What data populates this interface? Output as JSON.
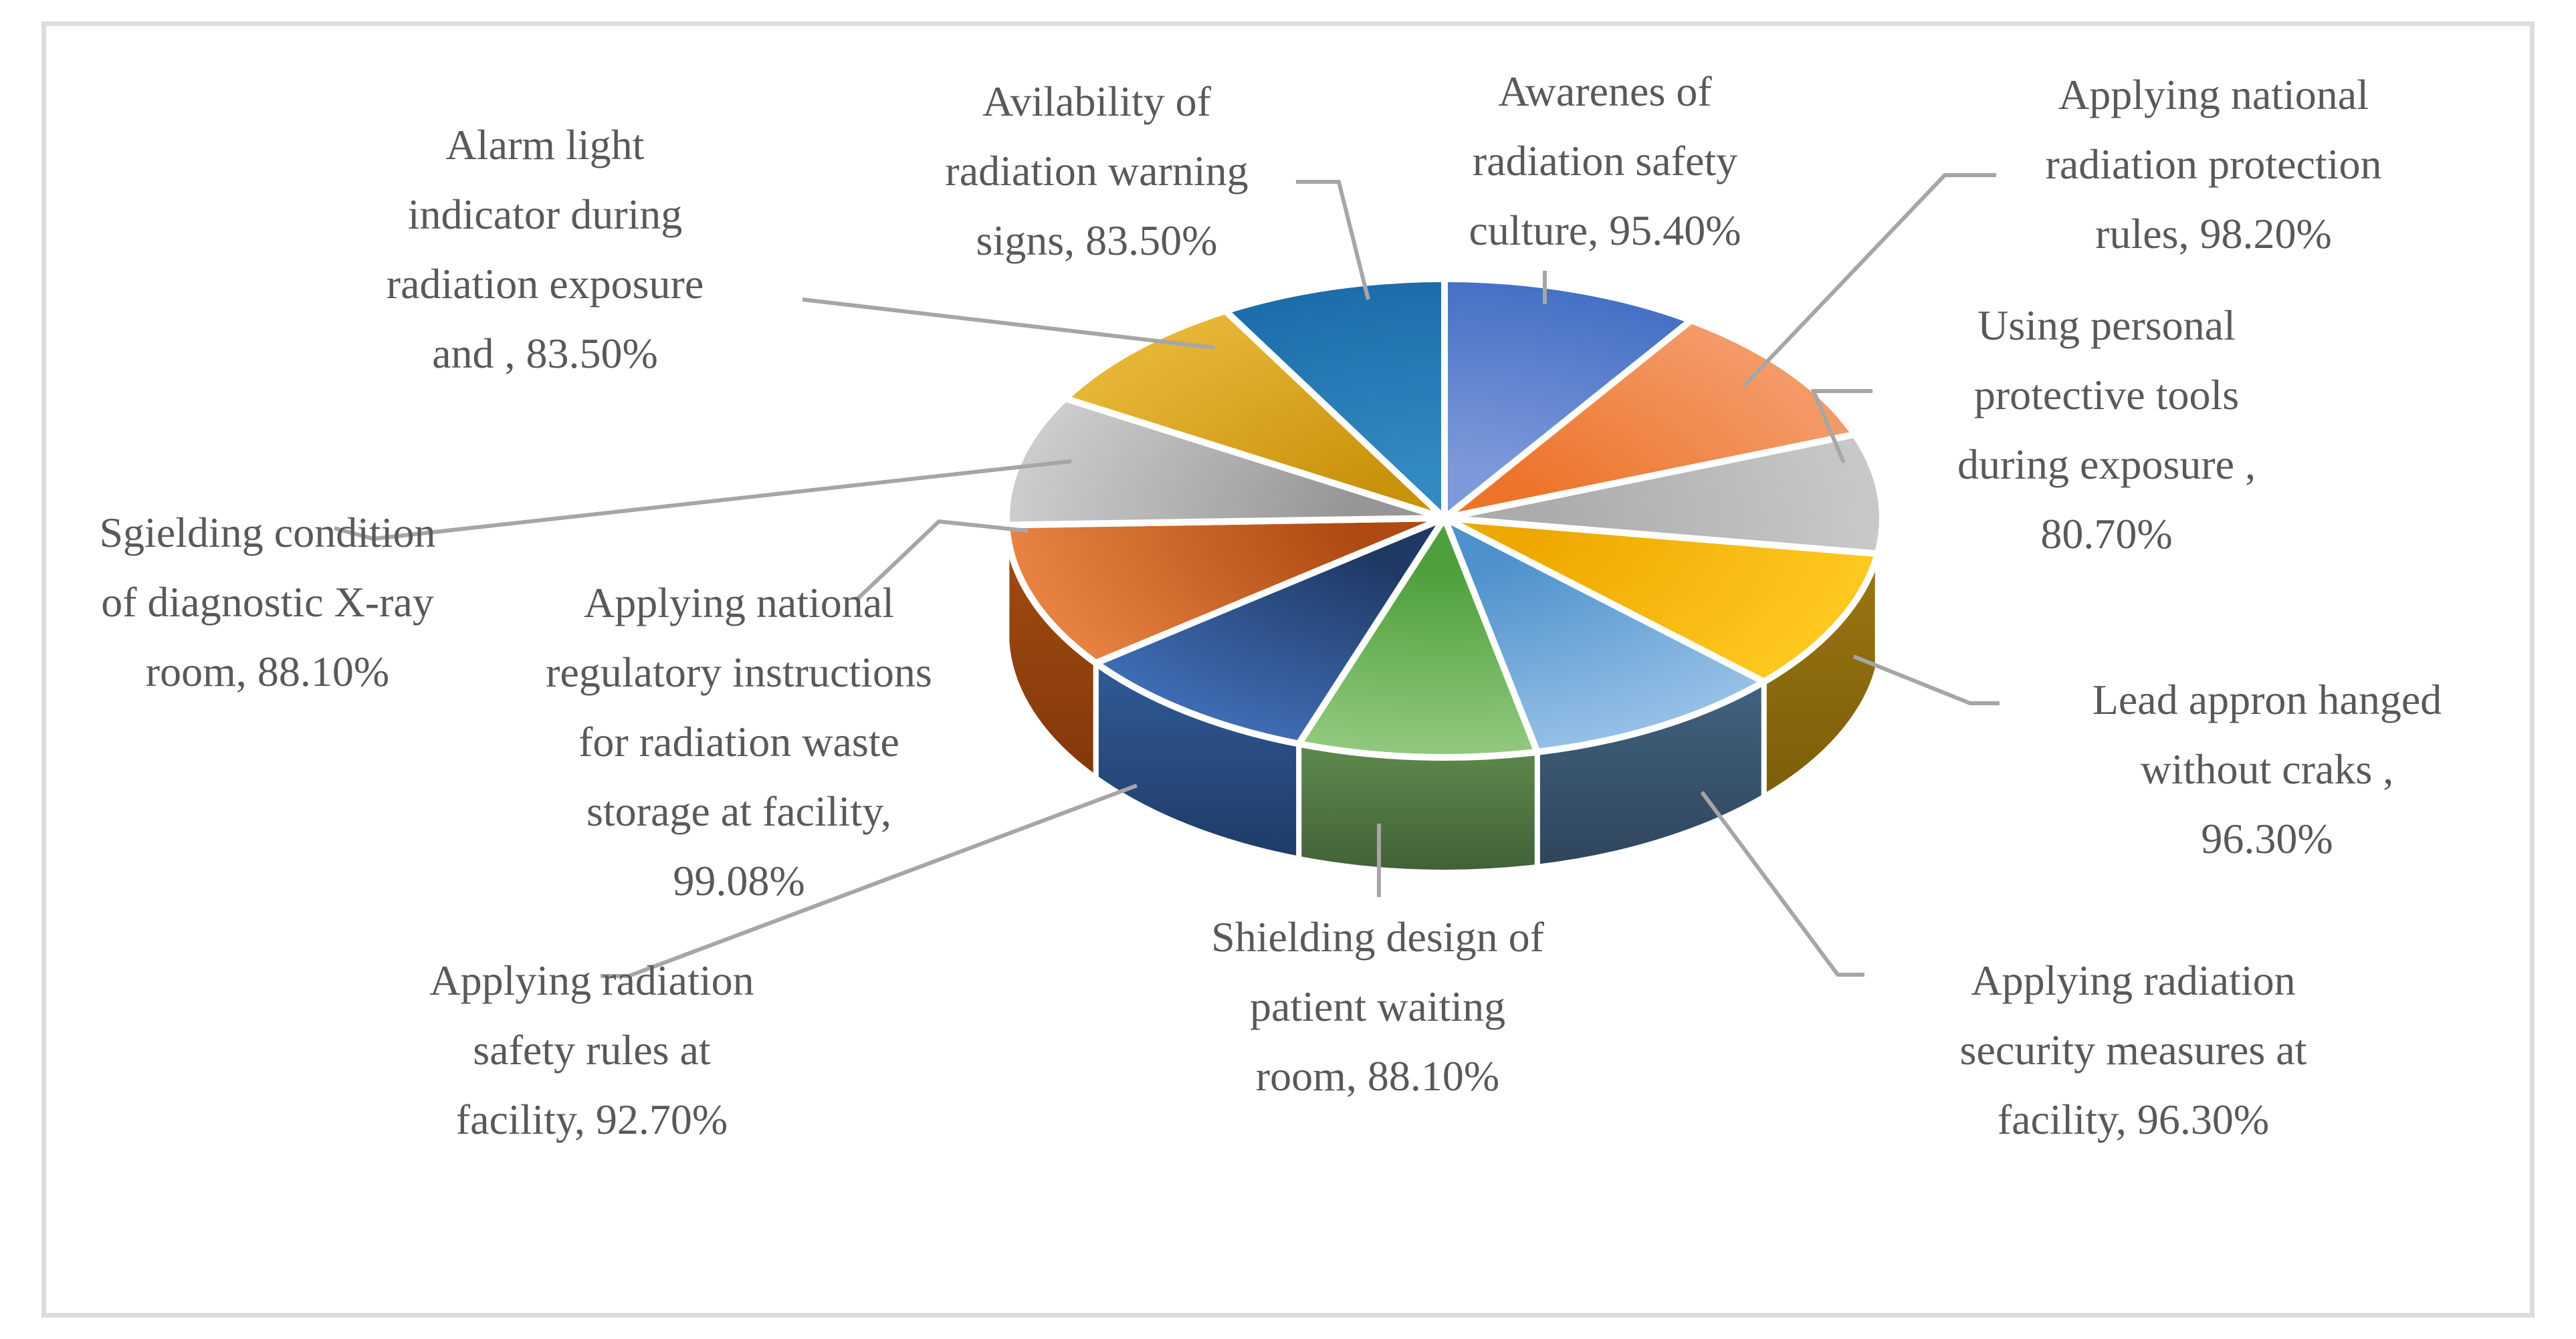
{
  "figure": {
    "background": "#FFFFFF",
    "frame_border_color": "#DCDCDC",
    "label_text_color": "#595959",
    "leader_line_color": "#A6A6A6",
    "slice_gap_color": "#FFFFFF"
  },
  "chart_data": {
    "type": "pie",
    "style": "3d",
    "title": "",
    "legend_position": "none",
    "data_label_format": "category, value%",
    "start_angle_deg": 0,
    "direction": "clockwise",
    "values_sum": 1001.88,
    "slices": [
      {
        "label": "Awarenes of radiation safety culture",
        "value": 95.4,
        "display_value": "95.40%",
        "label_lines": [
          "Awarenes of",
          "radiation safety",
          "culture, 95.40%"
        ],
        "top_inner": "#7E99DA",
        "top_outer": "#4470C4",
        "side_top": "#315A97",
        "side_bottom": "#20406E"
      },
      {
        "label": "Applying national radiation protection rules",
        "value": 98.2,
        "display_value": "98.20%",
        "label_lines": [
          "Applying national",
          "radiation protection",
          "rules, 98.20%"
        ],
        "top_inner": "#EC742A",
        "top_outer": "#F49B6A",
        "side_top": "#B05513",
        "side_bottom": "#8C3F0D"
      },
      {
        "label": "Using personal protective tools during exposure",
        "value": 80.7,
        "display_value": "80.70%",
        "label_lines": [
          "Using personal",
          "protective tools",
          "during exposure ,",
          "80.70%"
        ],
        "top_inner": "#ABABAB",
        "top_outer": "#C9C9C9",
        "side_top": "#909090",
        "side_bottom": "#787878"
      },
      {
        "label": "Lead appron hanged without craks",
        "value": 96.3,
        "display_value": "96.30%",
        "label_lines": [
          "Lead appron hanged",
          "without craks ,",
          "96.30%"
        ],
        "top_inner": "#EDA800",
        "top_outer": "#FFC920",
        "side_top": "#9B7711",
        "side_bottom": "#7C5E0B"
      },
      {
        "label": "Applying radiation security measures at facility",
        "value": 96.3,
        "display_value": "96.30%",
        "label_lines": [
          "Applying radiation",
          "security measures at",
          "facility, 96.30%"
        ],
        "top_inner": "#4E91CC",
        "top_outer": "#97C1E7",
        "side_top": "#42627F",
        "side_bottom": "#2E455C"
      },
      {
        "label": "Shielding design of patient waiting room",
        "value": 88.1,
        "display_value": "88.10%",
        "label_lines": [
          "Shielding design of",
          "patient waiting",
          "room, 88.10%"
        ],
        "top_inner": "#4FA03C",
        "top_outer": "#93CA80",
        "side_top": "#5E8A4C",
        "side_bottom": "#426038"
      },
      {
        "label": "Applying radiation safety rules at facility",
        "value": 92.7,
        "display_value": "92.70%",
        "label_lines": [
          "Applying radiation",
          "safety rules at",
          "facility, 92.70%"
        ],
        "top_inner": "#1F3864",
        "top_outer": "#3F6DB5",
        "side_top": "#315A97",
        "side_bottom": "#1F3B66"
      },
      {
        "label": "Applying national regulatory instructions for radiation waste storage at facility",
        "value": 99.08,
        "display_value": "99.08%",
        "label_lines": [
          "Applying national",
          "regulatory instructions",
          "for radiation waste",
          "storage at facility,",
          "99.08%"
        ],
        "top_inner": "#AE4A12",
        "top_outer": "#E88342",
        "side_top": "#A34D12",
        "side_bottom": "#83380A"
      },
      {
        "label": "Sgielding condition of diagnostic X-ray room",
        "value": 88.1,
        "display_value": "88.10%",
        "label_lines": [
          "Sgielding condition",
          "of diagnostic X-ray",
          "room, 88.10%"
        ],
        "top_inner": "#969696",
        "top_outer": "#CDCDCD",
        "side_top": "#8A8A8A",
        "side_bottom": "#6F6F6F"
      },
      {
        "label": "Alarm light indicator during radiation exposure and",
        "value": 83.5,
        "display_value": "83.50%",
        "label_lines": [
          "Alarm light",
          "indicator during",
          "radiation exposure",
          "and , 83.50%"
        ],
        "top_inner": "#C9920B",
        "top_outer": "#E8B637",
        "side_top": "#8A6800",
        "side_bottom": "#6E5300"
      },
      {
        "label": "Avilability of radiation warning signs",
        "value": 83.5,
        "display_value": "83.50%",
        "label_lines": [
          "Avilability of",
          "radiation warning",
          "signs, 83.50%"
        ],
        "top_inner": "#3389C2",
        "top_outer": "#1C6CA8",
        "side_top": "#1B5A8C",
        "side_bottom": "#14466E"
      }
    ]
  }
}
